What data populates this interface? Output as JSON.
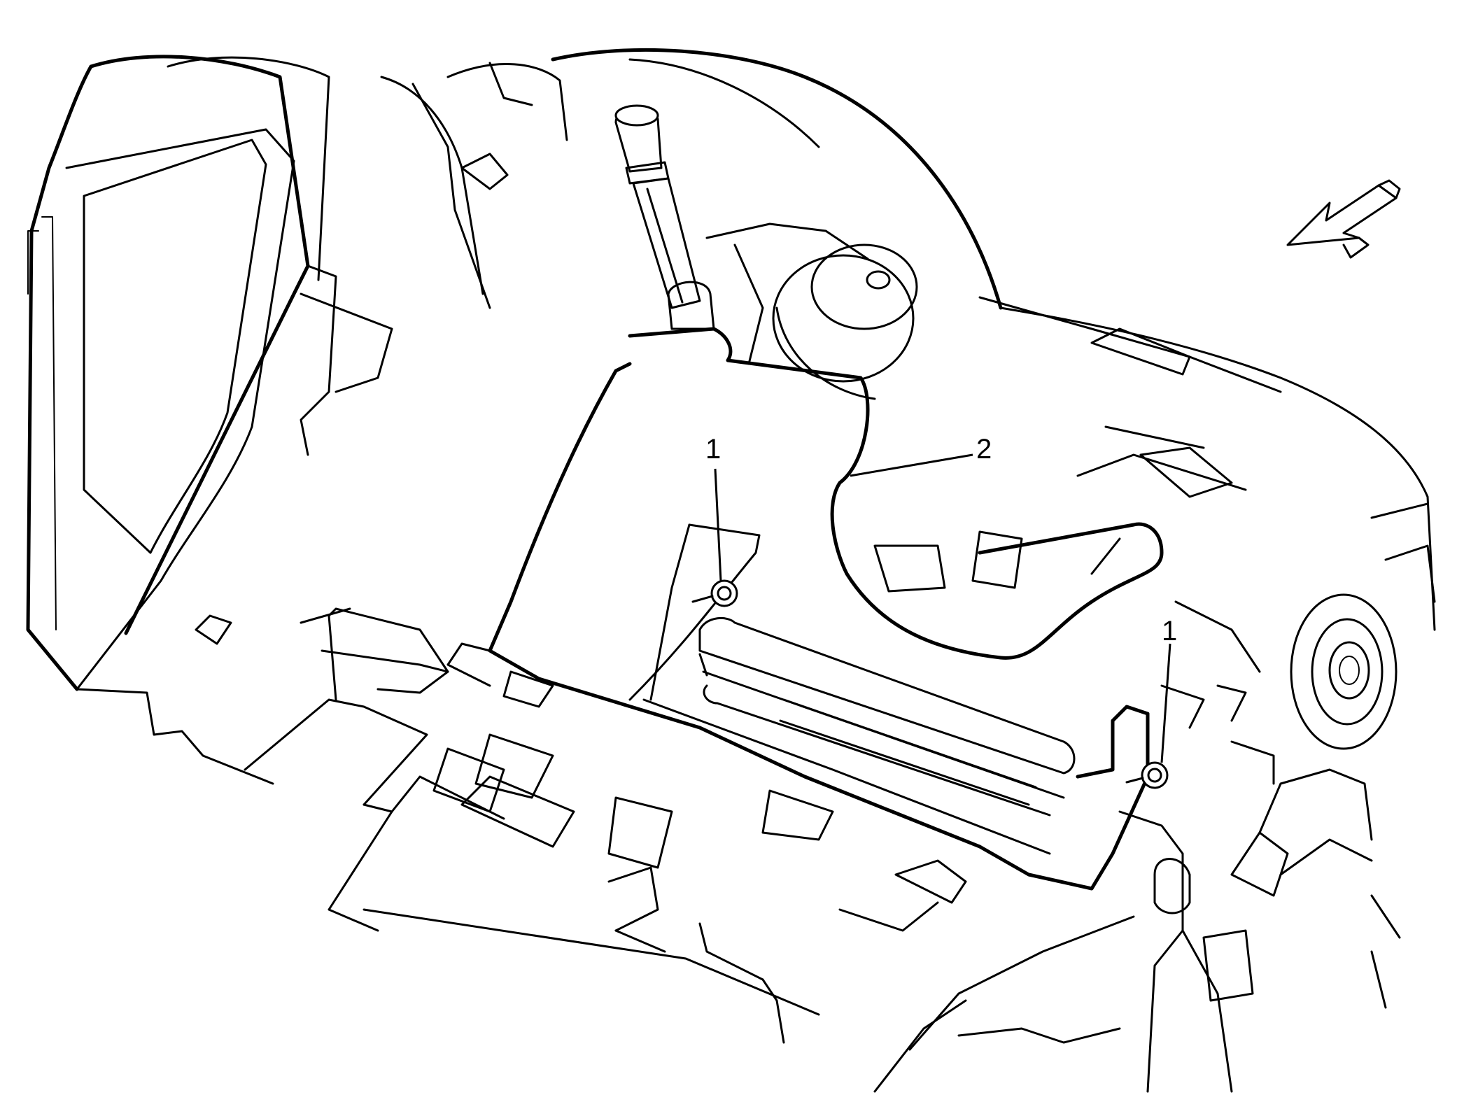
{
  "callouts": [
    {
      "label": "1"
    },
    {
      "label": "1"
    },
    {
      "label": "2"
    }
  ]
}
